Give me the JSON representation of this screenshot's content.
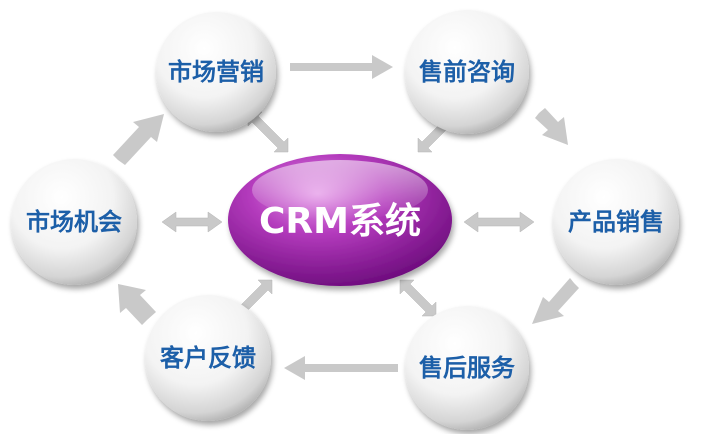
{
  "diagram": {
    "center": {
      "label": "CRM系统"
    },
    "nodes": [
      {
        "id": "marketing",
        "label": "市场营销"
      },
      {
        "id": "presales",
        "label": "售前咨询"
      },
      {
        "id": "sales",
        "label": "产品销售"
      },
      {
        "id": "aftersales",
        "label": "售后服务"
      },
      {
        "id": "feedback",
        "label": "客户反馈"
      },
      {
        "id": "opportunity",
        "label": "市场机会"
      }
    ]
  },
  "colors": {
    "node_text": "#1f5ea8",
    "center_fill_light": "#e59ae8",
    "center_fill_dark": "#7a0c8a",
    "center_text": "#ffffff",
    "arrow": "#c9c9c9"
  }
}
